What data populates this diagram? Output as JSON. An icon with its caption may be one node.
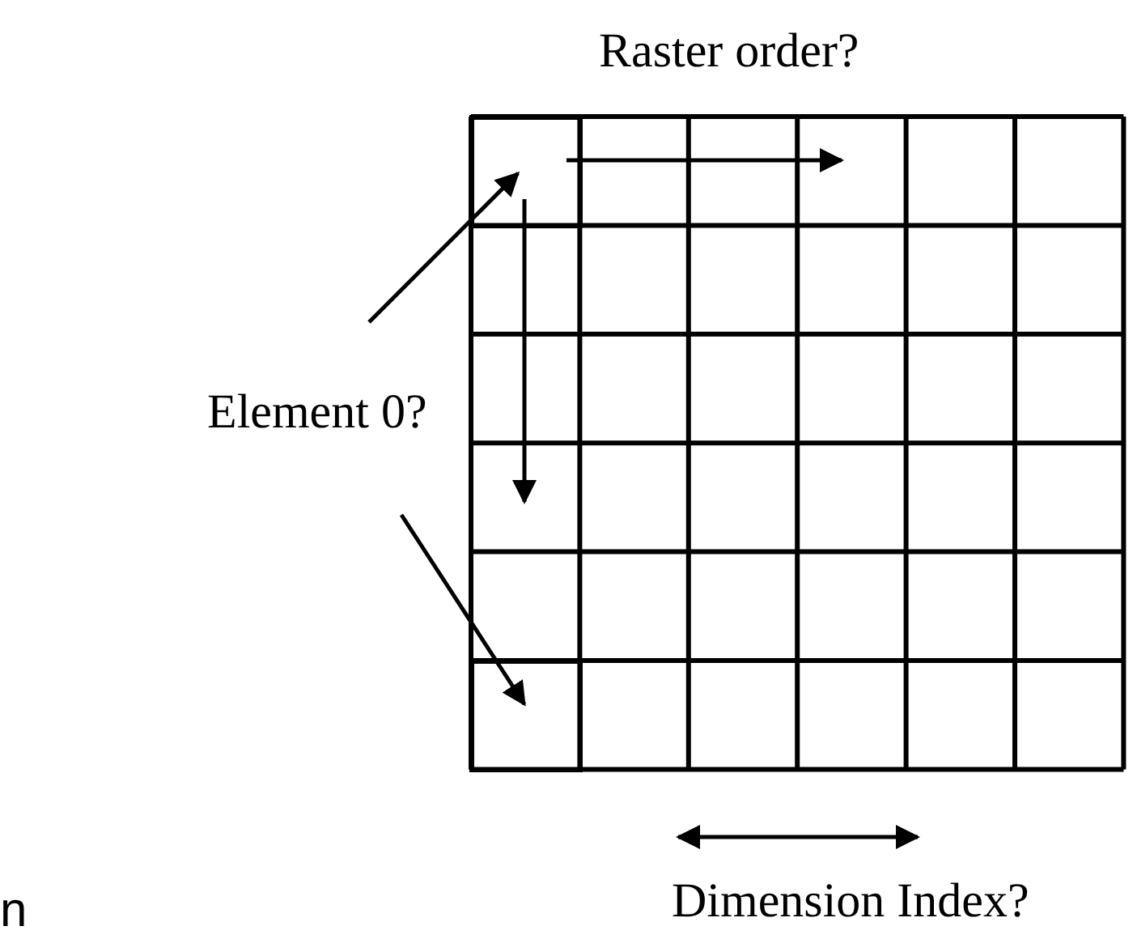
{
  "diagram": {
    "nodes": [
      {
        "text": [
          "Element 0?"
        ]
      },
      {
        "text": [],
        "shape": "box"
      },
      {
        "text": [],
        "shape": "box"
      }
    ],
    "edges": [
      {
        "from": 0,
        "to": 1,
        "arrow": "to"
      },
      {
        "from": 0,
        "to": 2,
        "arrow": "to"
      }
    ],
    "labels": [
      "Raster order?",
      "Dimension Index?",
      "n"
    ]
  }
}
